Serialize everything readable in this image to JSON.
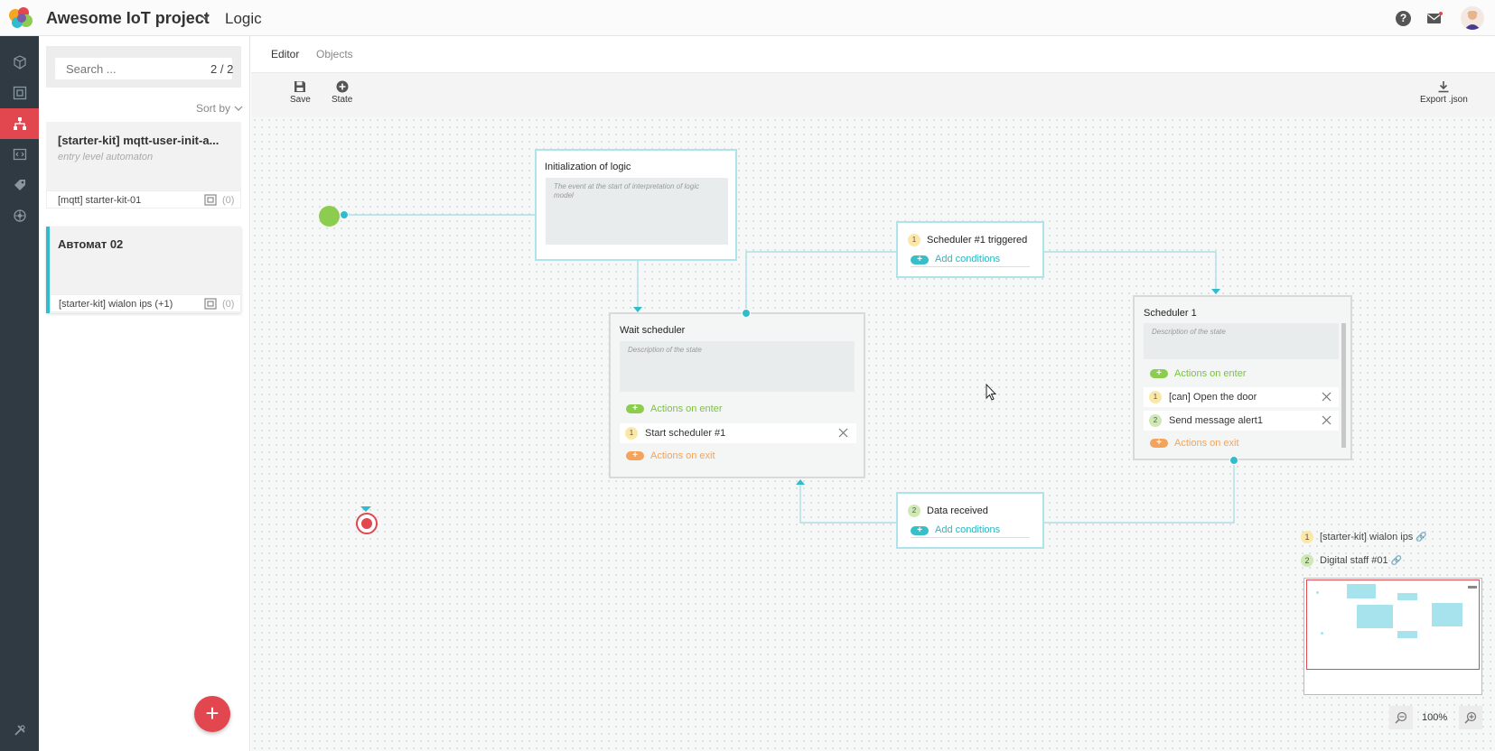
{
  "header": {
    "project_title": "Awesome IoT project",
    "page_title": "Logic",
    "help_glyph": "?"
  },
  "sidebar": {
    "items": [
      {
        "icon": "cube-icon",
        "active": false
      },
      {
        "icon": "device-frame-icon",
        "active": false
      },
      {
        "icon": "logic-tree-icon",
        "active": true
      },
      {
        "icon": "code-icon",
        "active": false
      },
      {
        "icon": "tag-icon",
        "active": false
      },
      {
        "icon": "network-icon",
        "active": false
      }
    ],
    "bottom_icon": "tools-icon"
  },
  "list": {
    "search_placeholder": "Search ...",
    "search_count": "2 / 2",
    "sort_label": "Sort by",
    "cards": [
      {
        "title": "[starter-kit] mqtt-user-init-a...",
        "subtitle": "entry level automaton",
        "foot_label": "[mqtt] starter-kit-01",
        "foot_count": "(0)"
      },
      {
        "title": "Автомат 02",
        "subtitle": "",
        "foot_label": "[starter-kit] wialon ips (+1)",
        "foot_count": "(0)"
      }
    ],
    "fab_label": "+"
  },
  "tabs": {
    "editor": "Editor",
    "objects": "Objects"
  },
  "toolbar": {
    "save": "Save",
    "state": "State",
    "export": "Export .json"
  },
  "canvas": {
    "init_node": {
      "title": "Initialization of logic",
      "description": "The event at the start of interpretation of logic model"
    },
    "trigger_1": {
      "badge": "1",
      "title": "Scheduler #1 triggered",
      "add_conditions": "Add conditions"
    },
    "trigger_2": {
      "badge": "2",
      "title": "Data received",
      "add_conditions": "Add conditions"
    },
    "wait_state": {
      "title": "Wait scheduler",
      "description": "Description of the state",
      "actions_on_enter": "Actions on enter",
      "actions": [
        {
          "num": "1",
          "label": "Start scheduler #1"
        }
      ],
      "actions_on_exit": "Actions on exit"
    },
    "scheduler_state": {
      "title": "Scheduler 1",
      "description": "Description of the state",
      "actions_on_enter": "Actions on enter",
      "actions": [
        {
          "num": "1",
          "label": "[can] Open the door"
        },
        {
          "num": "2",
          "label": "Send message alert1"
        }
      ],
      "actions_on_exit": "Actions on exit"
    },
    "legend": [
      {
        "num": "1",
        "label": "[starter-kit] wialon ips"
      },
      {
        "num": "2",
        "label": "Digital staff #01"
      }
    ],
    "zoom": "100%"
  },
  "colors": {
    "accent_red": "#e2474f",
    "teal": "#32bccb",
    "green": "#8ccd4f",
    "orange": "#f3a45c",
    "rail": "#2f3a43"
  }
}
